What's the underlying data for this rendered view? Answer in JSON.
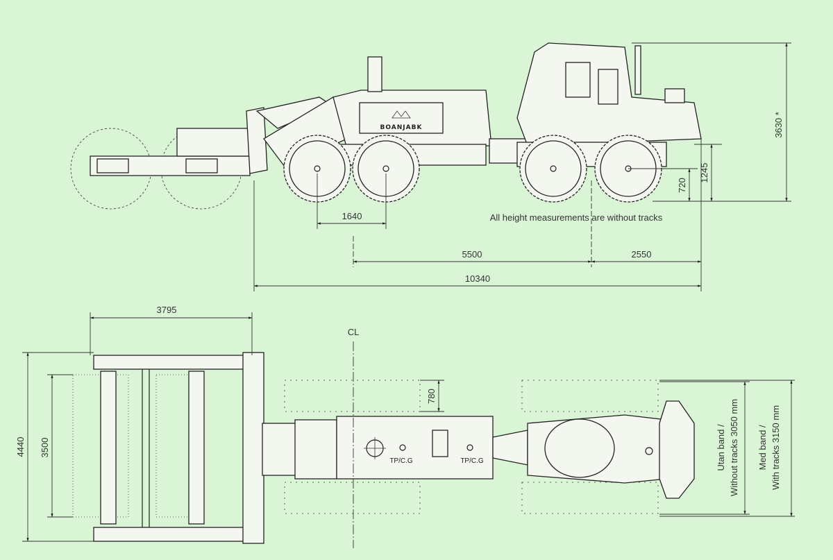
{
  "background_color": "#d9f5d6",
  "side_view": {
    "brand_logo": "BOANJABK",
    "dimensions": {
      "total_height": "3630 *",
      "hitch_height": "1245",
      "axle_height": "720",
      "bogie_spacing": "1640",
      "wheelbase": "5500",
      "rear_overhang": "2550",
      "total_length": "10340"
    },
    "note": "All height measurements are without tracks"
  },
  "top_view": {
    "dimensions": {
      "tiller_length": "3795",
      "centerline": "CL",
      "overall_width": "4440",
      "tiller_width": "3500",
      "track_width": "780"
    },
    "cg_labels": [
      "TP/C.G",
      "TP/C.G"
    ],
    "width_without_tracks": {
      "line1": "Utan band /",
      "line2": "Without tracks 3050 mm"
    },
    "width_with_tracks": {
      "line1": "Med band /",
      "line2": "With tracks  3150 mm"
    }
  }
}
